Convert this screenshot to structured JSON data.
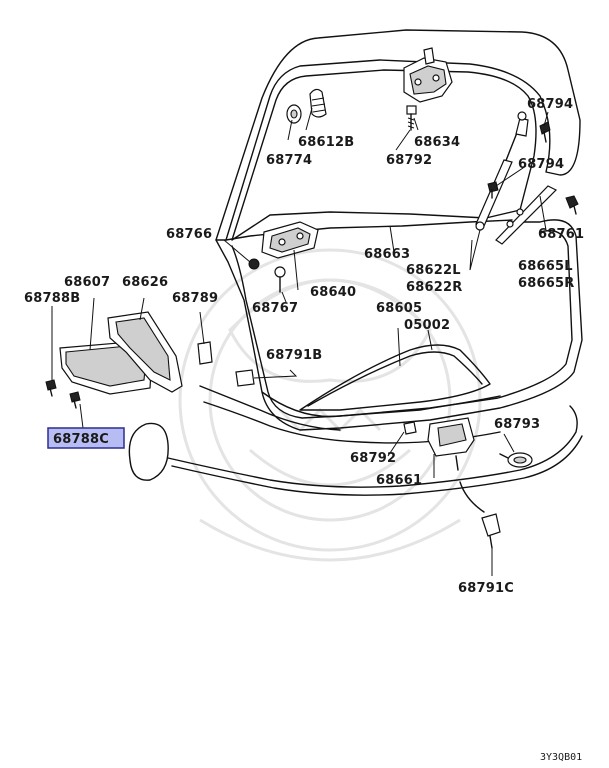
{
  "labels": {
    "p68794a": "68794",
    "p68612b": "68612B",
    "p68634": "68634",
    "p68774": "68774",
    "p68792a": "68792",
    "p68794b": "68794",
    "p68761": "68761",
    "p68766": "68766",
    "p68663": "68663",
    "p68665l": "68665L",
    "p68665r": "68665R",
    "p68622l": "68622L",
    "p68622r": "68622R",
    "p68607": "68607",
    "p68626": "68626",
    "p68640": "68640",
    "p68788b": "68788B",
    "p68789": "68789",
    "p68767": "68767",
    "p68605": "68605",
    "p05002": "05002",
    "p68791b": "68791B",
    "p68788c": "68788C",
    "p68793": "68793",
    "p68792b": "68792",
    "p68661": "68661",
    "p68791c": "68791C"
  },
  "diagram_code": "3Y3QB01",
  "highlighted_part": "68788C"
}
